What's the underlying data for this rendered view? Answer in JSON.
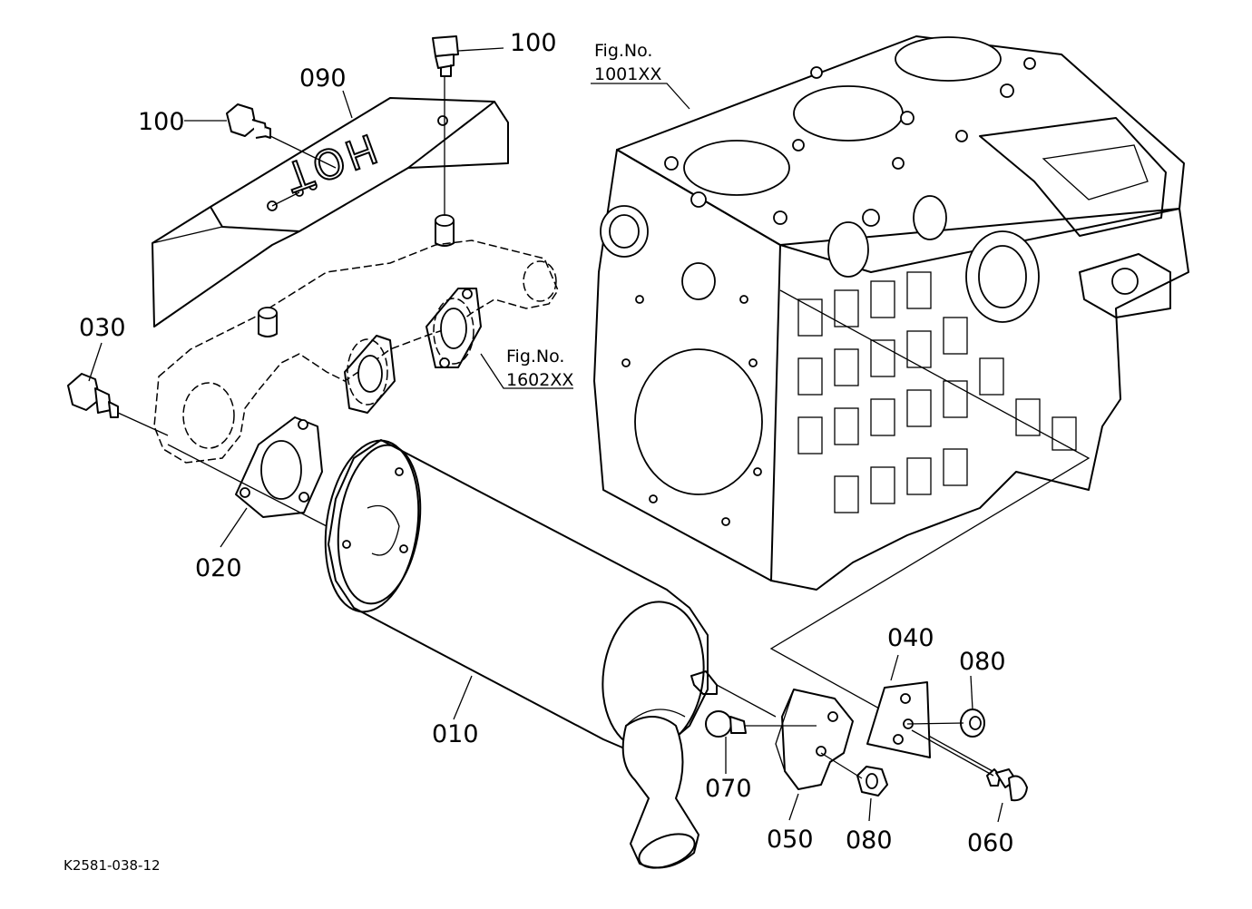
{
  "parts": {
    "p010": "010",
    "p020": "020",
    "p030": "030",
    "p040": "040",
    "p050": "050",
    "p060": "060",
    "p070": "070",
    "p080a": "080",
    "p080b": "080",
    "p090": "090",
    "p100a": "100",
    "p100b": "100"
  },
  "figure_refs": {
    "engine_block": {
      "line1": "Fig.No.",
      "line2": "1001XX"
    },
    "exhaust_manifold": {
      "line1": "Fig.No.",
      "line2": "1602XX"
    }
  },
  "cover_marking": "HOT",
  "drawing_code": "K2581-038-12"
}
